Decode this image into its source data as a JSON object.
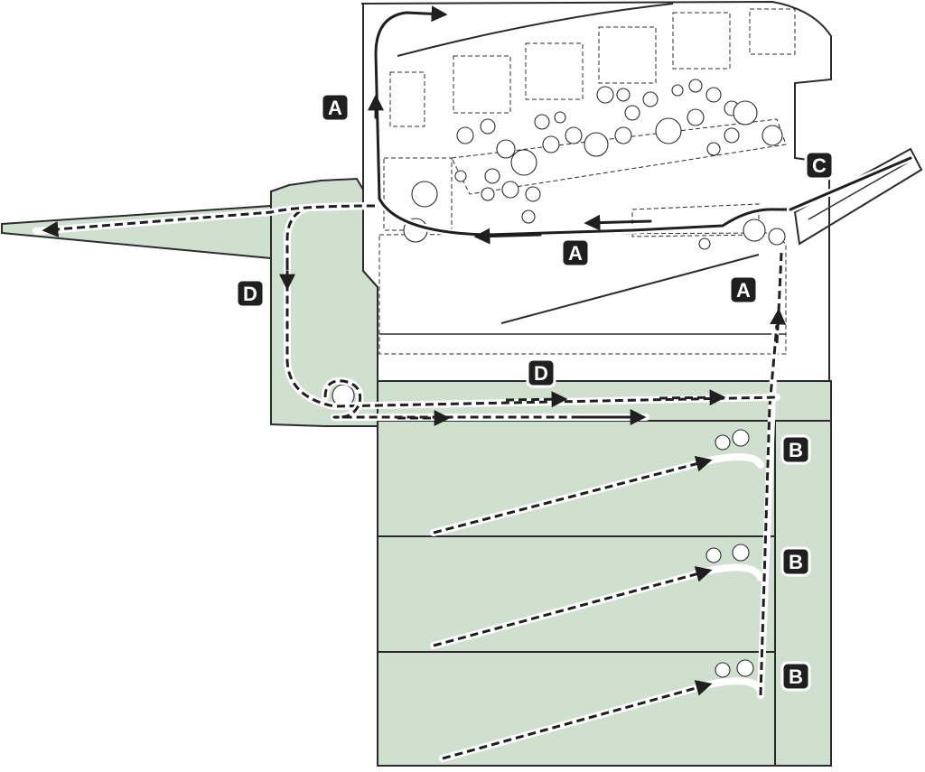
{
  "colors": {
    "accent_green": "#cfe0cf",
    "path_line": "#1f1f1f",
    "label_bg": "#1f1f1f",
    "label_text": "#ffffff"
  },
  "labels": {
    "a1": "A",
    "a2": "A",
    "a3": "A",
    "b1": "B",
    "b2": "B",
    "b3": "B",
    "c": "C",
    "d1": "D",
    "d2": "D"
  }
}
